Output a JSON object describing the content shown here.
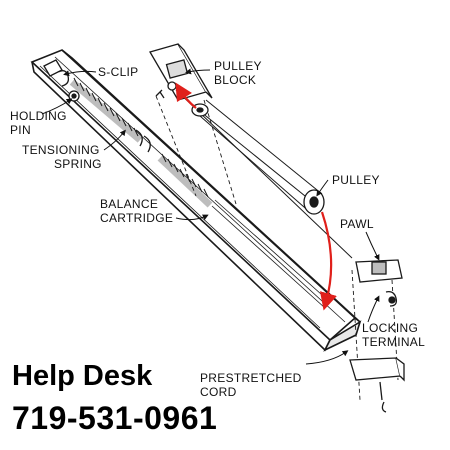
{
  "diagram": {
    "labels": {
      "s_clip": "S-CLIP",
      "pulley_block": [
        "PULLEY",
        "BLOCK"
      ],
      "holding_pin": [
        "HOLDING",
        "PIN"
      ],
      "tensioning_spring": [
        "TENSIONING",
        "SPRING"
      ],
      "pulley": "PULLEY",
      "balance_cartridge": [
        "BALANCE",
        "CARTRIDGE"
      ],
      "pawl": "PAWL",
      "locking_terminal": [
        "LOCKING",
        "TERMINAL"
      ],
      "prestretched_cord": [
        "PRESTRETCHED",
        "CORD"
      ]
    },
    "accent_color": "#e0201b",
    "line_color": "#1a1a1a"
  },
  "help": {
    "title": "Help Desk",
    "phone": "719-531-0961"
  }
}
